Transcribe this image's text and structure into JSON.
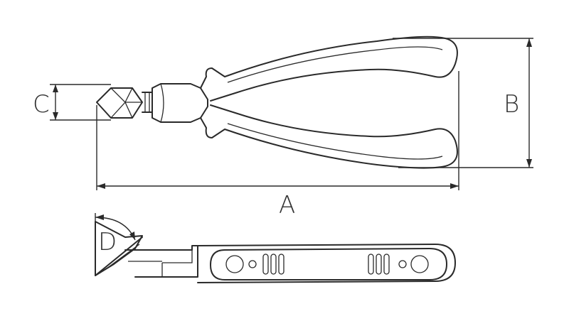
{
  "dimensions": {
    "a_label": "A",
    "b_label": "B",
    "c_label": "C",
    "d_label": "D"
  },
  "colors": {
    "stroke": "#2a2a2a",
    "background": "#ffffff"
  }
}
